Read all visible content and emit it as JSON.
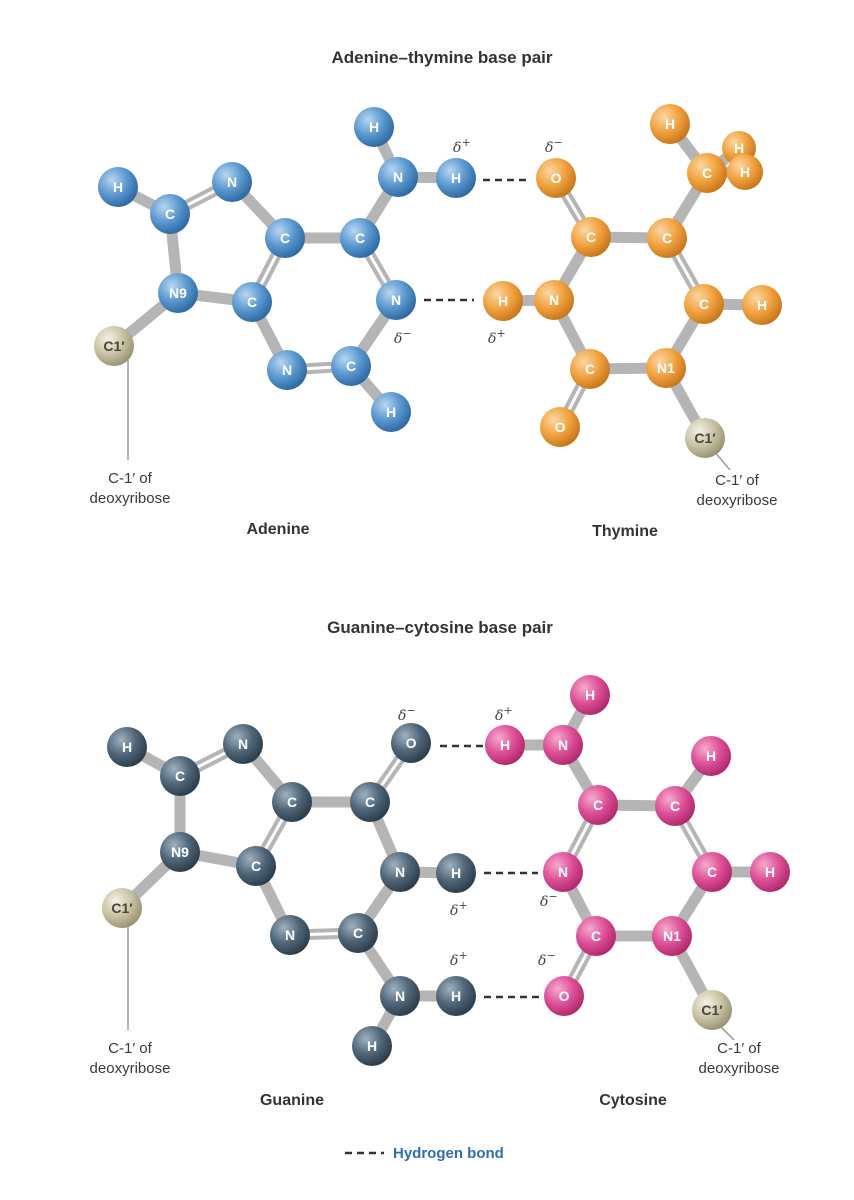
{
  "colors": {
    "adenine": "#5b98cf",
    "thymine": "#f1a23f",
    "guanine": "#4f6678",
    "cytosine": "#de4f97",
    "ribose": "#c9c4a6",
    "bond": "#b5b5b5",
    "hbond": "#333333",
    "legend": "#2f6fae"
  },
  "panels": [
    {
      "id": "at",
      "title": "Adenine–thymine base pair",
      "left_name": "Adenine",
      "right_name": "Thymine",
      "left_note": [
        "C-1′ of",
        "deoxyribose"
      ],
      "right_note": [
        "C-1′ of",
        "deoxyribose"
      ],
      "deltas": [
        "δ+",
        "δ−",
        "δ−",
        "δ+"
      ]
    },
    {
      "id": "gc",
      "title": "Guanine–cytosine base pair",
      "left_name": "Guanine",
      "right_name": "Cytosine",
      "left_note": [
        "C-1′ of",
        "deoxyribose"
      ],
      "right_note": [
        "C-1′ of",
        "deoxyribose"
      ],
      "deltas": [
        "δ−",
        "δ+",
        "δ+",
        "δ−",
        "δ+",
        "δ−"
      ]
    }
  ],
  "legend": {
    "label": "Hydrogen bond"
  },
  "atoms": {
    "adenine": [
      "H",
      "C",
      "N",
      "N9",
      "C1′",
      "C",
      "C",
      "N",
      "C",
      "N",
      "C",
      "H",
      "N",
      "H",
      "H"
    ],
    "thymine": [
      "H",
      "C",
      "H",
      "H",
      "O",
      "C",
      "C",
      "N",
      "C",
      "H",
      "H",
      "C",
      "N1",
      "O",
      "C1′"
    ],
    "guanine": [
      "H",
      "C",
      "N",
      "N9",
      "C1′",
      "C",
      "C",
      "N",
      "C",
      "O",
      "C",
      "N",
      "H",
      "N",
      "H",
      "H"
    ],
    "cytosine": [
      "H",
      "N",
      "H",
      "H",
      "C",
      "C",
      "N",
      "C",
      "H",
      "C",
      "N1",
      "O",
      "C1′"
    ]
  }
}
